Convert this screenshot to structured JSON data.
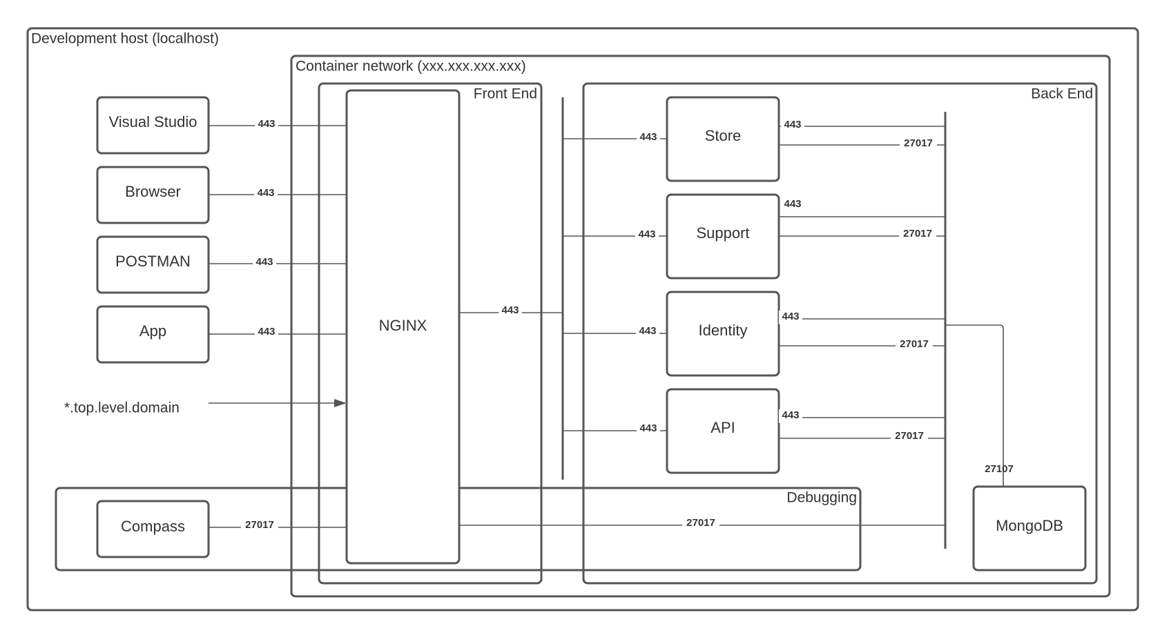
{
  "containers": {
    "host": "Development host (localhost)",
    "network": "Container network (xxx.xxx.xxx.xxx)",
    "frontend": "Front End",
    "backend": "Back End",
    "debugging": "Debugging"
  },
  "nodes": {
    "visual_studio": "Visual Studio",
    "browser": "Browser",
    "postman": "POSTMAN",
    "app": "App",
    "compass": "Compass",
    "nginx": "NGINX",
    "store": "Store",
    "support": "Support",
    "identity": "Identity",
    "api": "API",
    "mongodb": "MongoDB"
  },
  "domain_text": "*.top.level.domain",
  "ports": {
    "vs": "443",
    "browser": "443",
    "postman": "443",
    "app": "443",
    "compass": "27017",
    "nginx_out": "443",
    "store_in": "443",
    "support_in": "443",
    "identity_in": "443",
    "api_in": "443",
    "store_out": "443",
    "store_db": "27017",
    "support_out": "443",
    "support_db": "27017",
    "identity_out": "443",
    "identity_db": "27017",
    "api_out": "443",
    "api_db": "27017",
    "debug_db": "27017",
    "mongo": "27107"
  },
  "colors": {
    "stroke": "#555555",
    "text": "#333333",
    "background": "#ffffff"
  }
}
